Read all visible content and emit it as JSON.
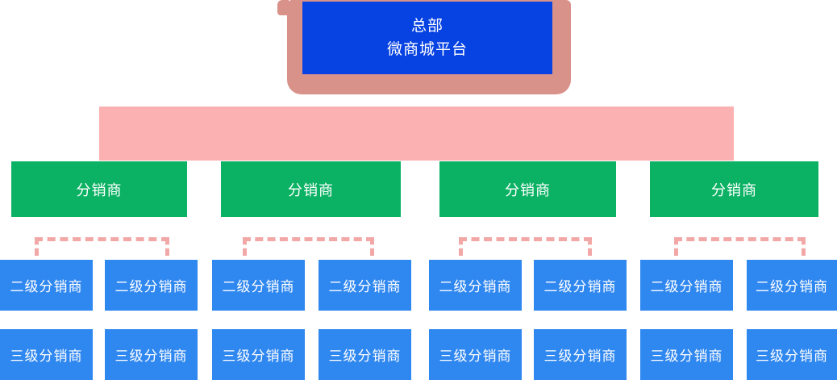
{
  "hq": {
    "line1": "总部",
    "line2": "微商城平台"
  },
  "distributors": [
    {
      "label": "分销商"
    },
    {
      "label": "分销商"
    },
    {
      "label": "分销商"
    },
    {
      "label": "分销商"
    }
  ],
  "level2": [
    {
      "label": "二级分销商"
    },
    {
      "label": "二级分销商"
    },
    {
      "label": "二级分销商"
    },
    {
      "label": "二级分销商"
    },
    {
      "label": "二级分销商"
    },
    {
      "label": "二级分销商"
    },
    {
      "label": "二级分销商"
    },
    {
      "label": "二级分销商"
    }
  ],
  "level3": [
    {
      "label": "三级分销商"
    },
    {
      "label": "三级分销商"
    },
    {
      "label": "三级分销商"
    },
    {
      "label": "三级分销商"
    },
    {
      "label": "三级分销商"
    },
    {
      "label": "三级分销商"
    },
    {
      "label": "三级分销商"
    },
    {
      "label": "三级分销商"
    }
  ],
  "colors": {
    "hq_blue": "#0742E2",
    "frame_salmon": "#D9928A",
    "connector_pink": "#FBB1B1",
    "dashed_pink": "#F2A8A6",
    "distributor_green": "#0CB264",
    "node_blue": "#2F87F0",
    "text_white": "#FFFFFF"
  }
}
